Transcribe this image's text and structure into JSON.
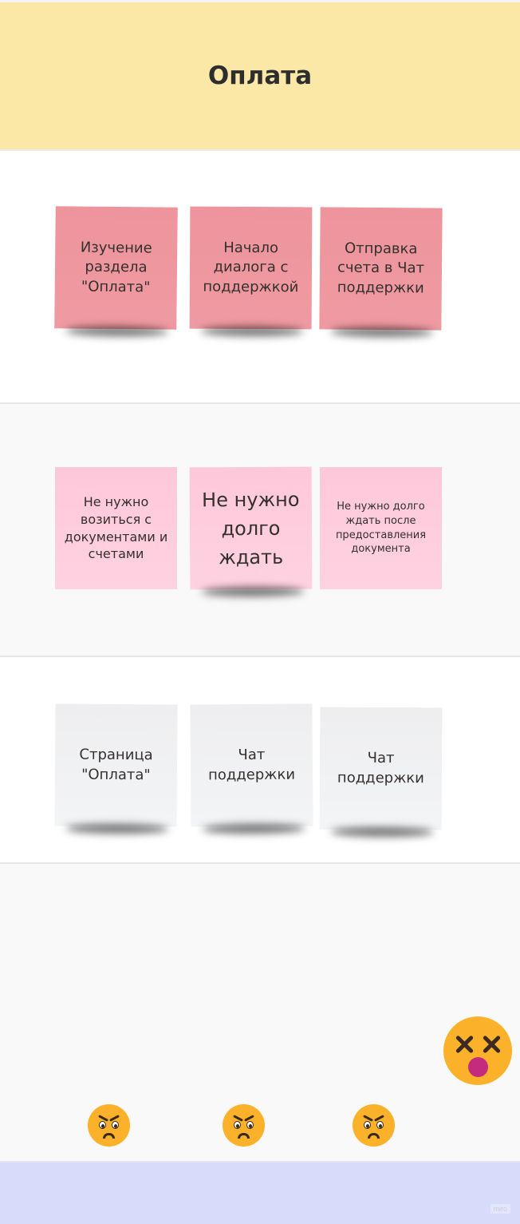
{
  "header": {
    "title": "Оплата"
  },
  "rows": {
    "actions": [
      "Изучение раздела \"Оплата\"",
      "Начало диалога с поддержкой",
      "Отправка счета в Чат поддержки"
    ],
    "expectations": [
      "Не нужно возиться с документами и счетами",
      "Не нужно долго ждать",
      "Не нужно долго ждать после предоставления документа"
    ],
    "touchpoints": [
      "Страница \"Оплата\"",
      "Чат поддержки",
      "Чат поддержки"
    ]
  },
  "emotions": {
    "faces": [
      "angry-face-icon",
      "angry-face-icon",
      "angry-face-icon"
    ],
    "highlight": "dizzy-face-icon"
  },
  "colors": {
    "header": "#fbe7a6",
    "footer": "#d8dcfb",
    "sticky_red": "#ef969e",
    "sticky_pink": "#ffd0e0",
    "sticky_gray": "#f2f3f5",
    "emoji": "#fbb22a"
  },
  "watermark": "miro"
}
